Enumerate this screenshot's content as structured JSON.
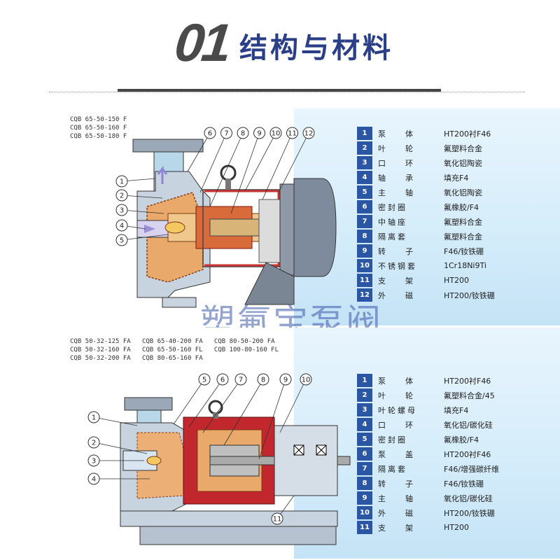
{
  "header": {
    "number": "01",
    "title": "结构与材料"
  },
  "section1": {
    "models": [
      "CQB 65-50-150 F",
      "CQB 65-50-160 F",
      "CQB 65-50-180 F"
    ],
    "callouts_top": [
      "6",
      "7",
      "8",
      "9",
      "10",
      "11",
      "12"
    ],
    "callouts_left": [
      "1",
      "2",
      "3",
      "4",
      "5"
    ],
    "parts": [
      {
        "num": "1",
        "name": "泵体",
        "material": "HT200衬F46"
      },
      {
        "num": "2",
        "name": "叶轮",
        "material": "氟塑料合金"
      },
      {
        "num": "3",
        "name": "口环",
        "material": "氧化铝陶瓷"
      },
      {
        "num": "4",
        "name": "轴承",
        "material": "填充F4"
      },
      {
        "num": "5",
        "name": "主轴",
        "material": "氧化铝陶瓷"
      },
      {
        "num": "6",
        "name": "密封圈",
        "material": "氟橡胶/F4"
      },
      {
        "num": "7",
        "name": "中轴座",
        "material": "氟塑料合金"
      },
      {
        "num": "8",
        "name": "隔离套",
        "material": "氟塑料合金"
      },
      {
        "num": "9",
        "name": "转子",
        "material": "F46/钕铁硼"
      },
      {
        "num": "10",
        "name": "不锈钢套",
        "material": "1Cr18Ni9Ti"
      },
      {
        "num": "11",
        "name": "支架",
        "material": "HT200"
      },
      {
        "num": "12",
        "name": "外磁",
        "material": "HT200/钕铁硼"
      }
    ]
  },
  "watermark": "塑氟宝泵阀",
  "section2": {
    "models": [
      "CQB 50-32-125 FA   CQB 65-40-200 FA   CQB 80-50-200 FA",
      "CQB 50-32-160 FA   CQB 65-50-160 FL   CQB 100-80-160 FL",
      "CQB 50-32-200 FA   CQB 80-65-160 FA"
    ],
    "callouts_top": [
      "5",
      "6",
      "7",
      "8",
      "9",
      "10"
    ],
    "callouts_left": [
      "1",
      "2",
      "3",
      "4"
    ],
    "callout_bottom": "11",
    "parts": [
      {
        "num": "1",
        "name": "泵体",
        "material": "HT200衬F46"
      },
      {
        "num": "2",
        "name": "叶轮",
        "material": "氟塑料合金/45"
      },
      {
        "num": "3",
        "name": "叶轮螺母",
        "material": "填充F4"
      },
      {
        "num": "4",
        "name": "口环",
        "material": "氧化铝/碳化硅"
      },
      {
        "num": "5",
        "name": "密封圈",
        "material": "氟橡胶/F4"
      },
      {
        "num": "6",
        "name": "泵盖",
        "material": "HT200衬F46"
      },
      {
        "num": "7",
        "name": "隔离套",
        "material": "F46/增强碳纤维"
      },
      {
        "num": "8",
        "name": "转子",
        "material": "F46/钕铁硼"
      },
      {
        "num": "9",
        "name": "主轴",
        "material": "氧化铝/碳化硅"
      },
      {
        "num": "10",
        "name": "外磁",
        "material": "HT200/钕铁硼"
      },
      {
        "num": "11",
        "name": "支架",
        "material": "HT200"
      }
    ]
  }
}
